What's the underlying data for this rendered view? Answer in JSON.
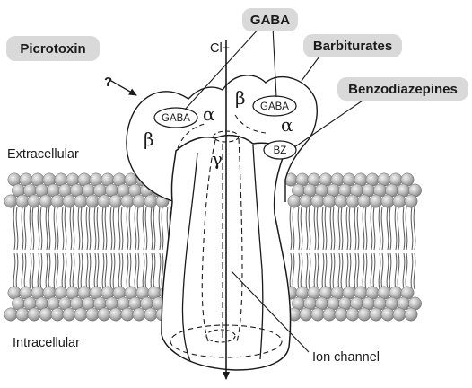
{
  "labels": {
    "picrotoxin": "Picrotoxin",
    "question": "?",
    "gaba_top": "GABA",
    "chloride": "Cl−",
    "barbiturates": "Barbiturates",
    "benzodiazepines": "Benzodiazepines",
    "extracellular": "Extracellular",
    "intracellular": "Intracellular",
    "ion_channel": "Ion channel",
    "site_gaba_left": "GABA",
    "site_gaba_right": "GABA",
    "site_bz": "BZ"
  },
  "subunits": {
    "beta_left": "β",
    "alpha_left": "α",
    "beta_center": "β",
    "alpha_right": "α",
    "gamma": "γ"
  },
  "colors": {
    "label_box_fill": "#d9d9d9",
    "membrane_head": "#a8a8a8",
    "line": "#1a1a1a"
  }
}
